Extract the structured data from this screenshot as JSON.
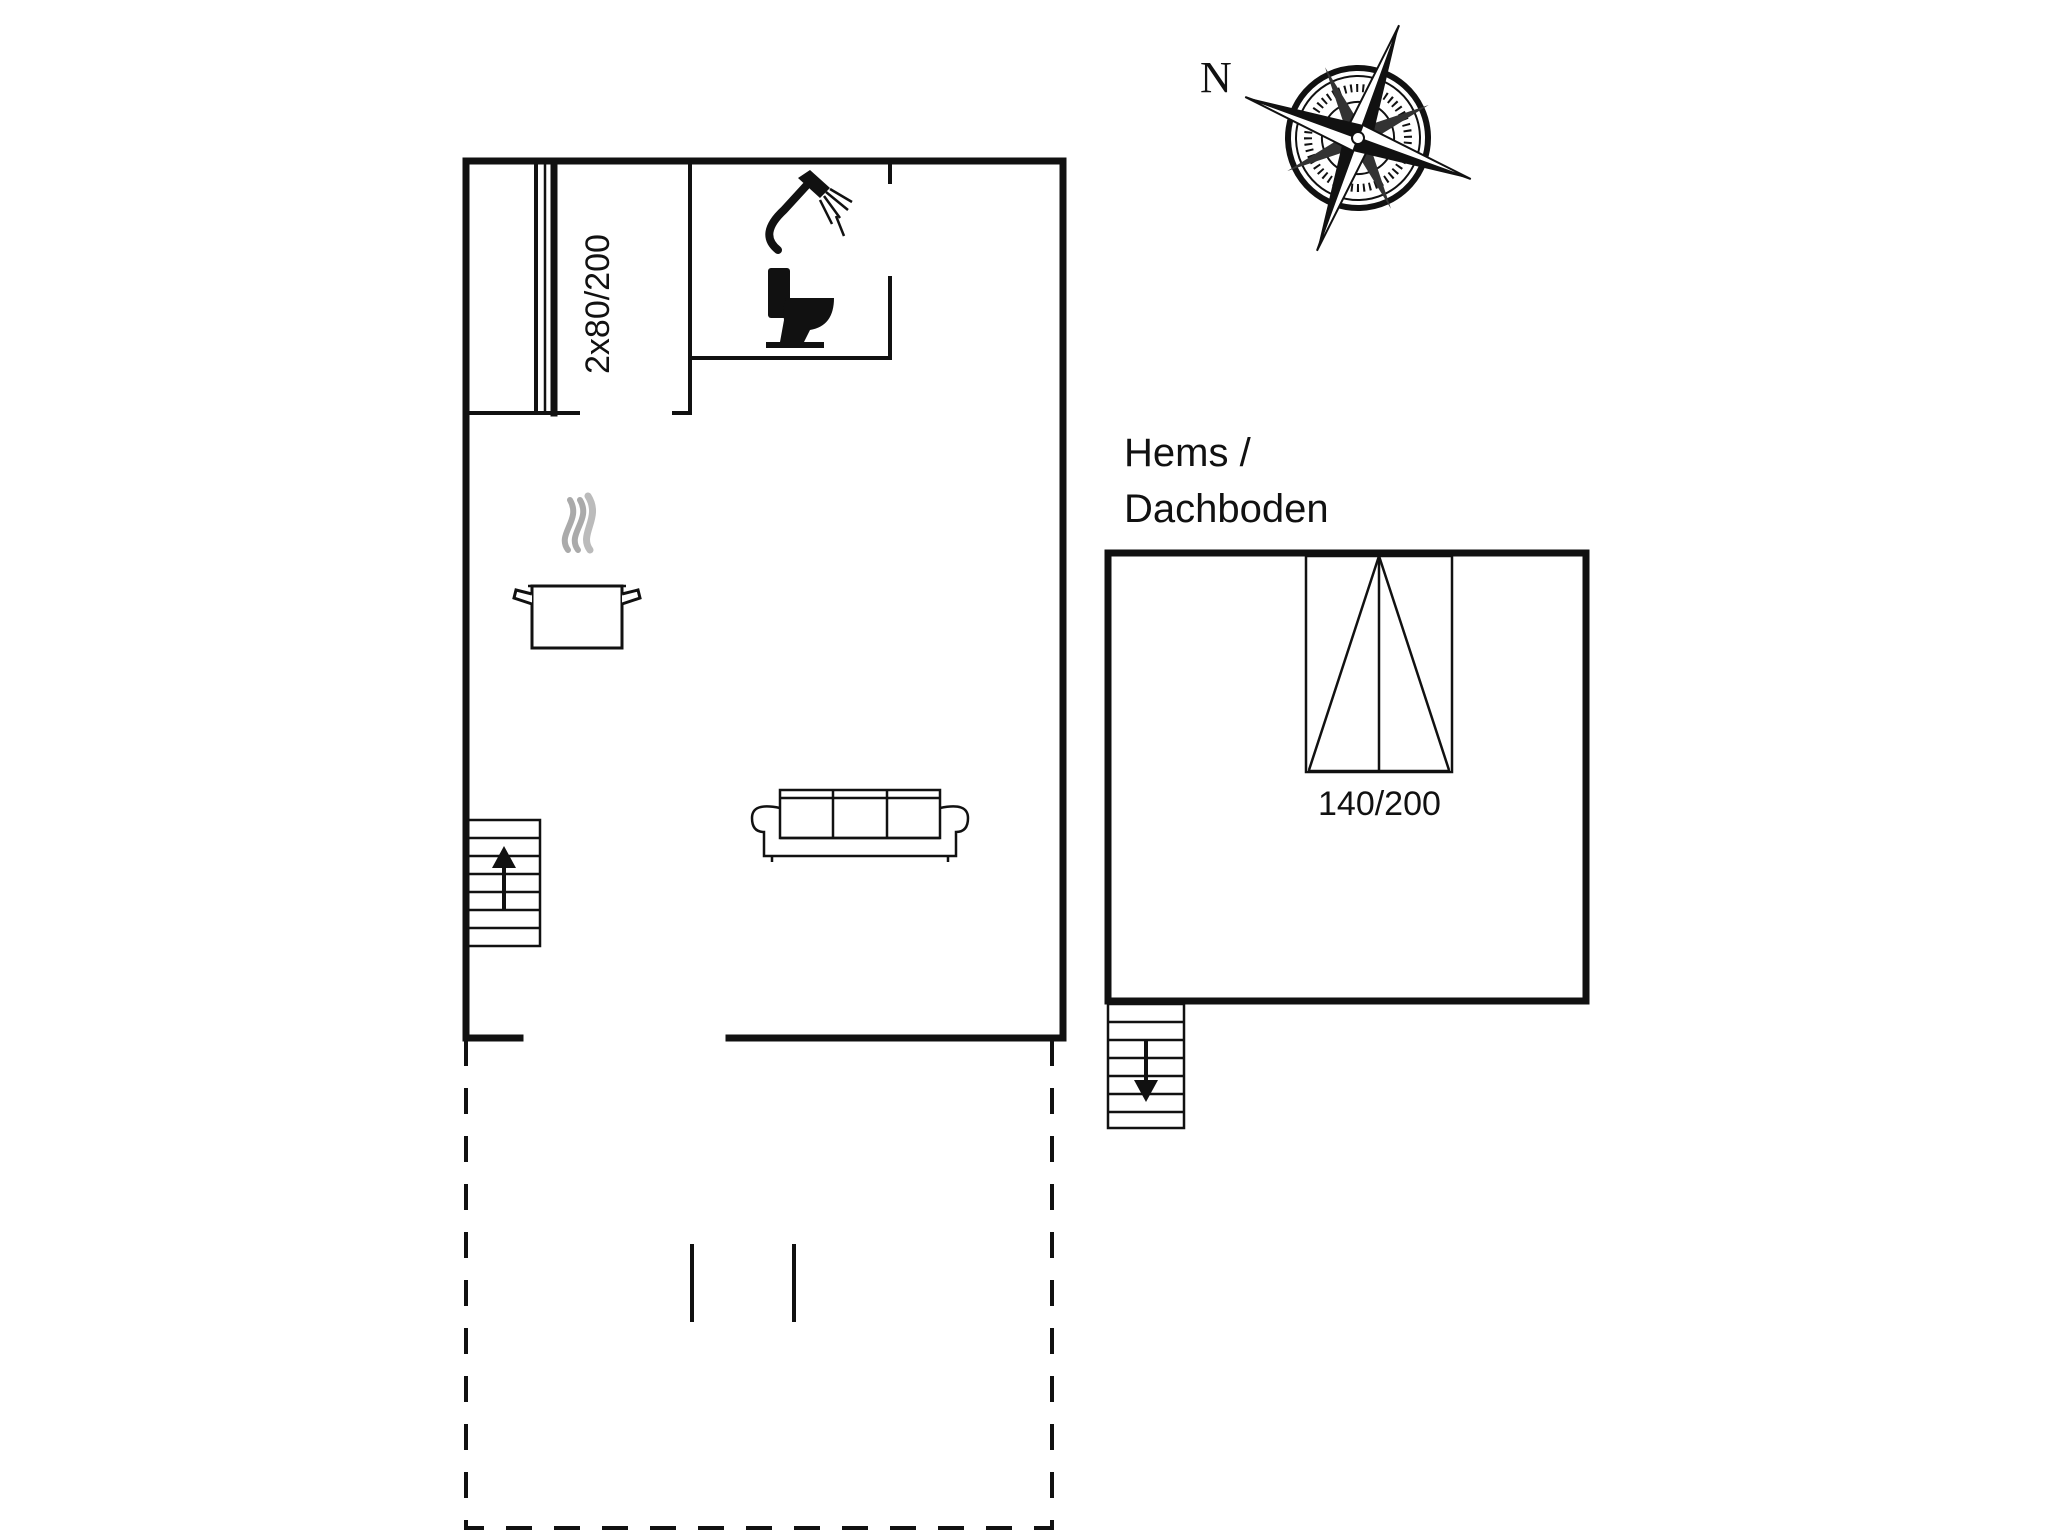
{
  "compass": {
    "north_label": "N",
    "icon": "compass-rose-icon"
  },
  "ground_floor": {
    "bed_label": "2x80/200",
    "icons": [
      "shower-icon",
      "toilet-icon",
      "cooking-pot-icon",
      "sofa-icon",
      "stairs-up-icon"
    ]
  },
  "loft": {
    "title_line1": "Hems /",
    "title_line2": "Dachboden",
    "bed_label": "140/200",
    "icons": [
      "double-bed-icon",
      "stairs-down-icon"
    ]
  },
  "terrace": {
    "icons": [
      "terrace-outline"
    ]
  }
}
